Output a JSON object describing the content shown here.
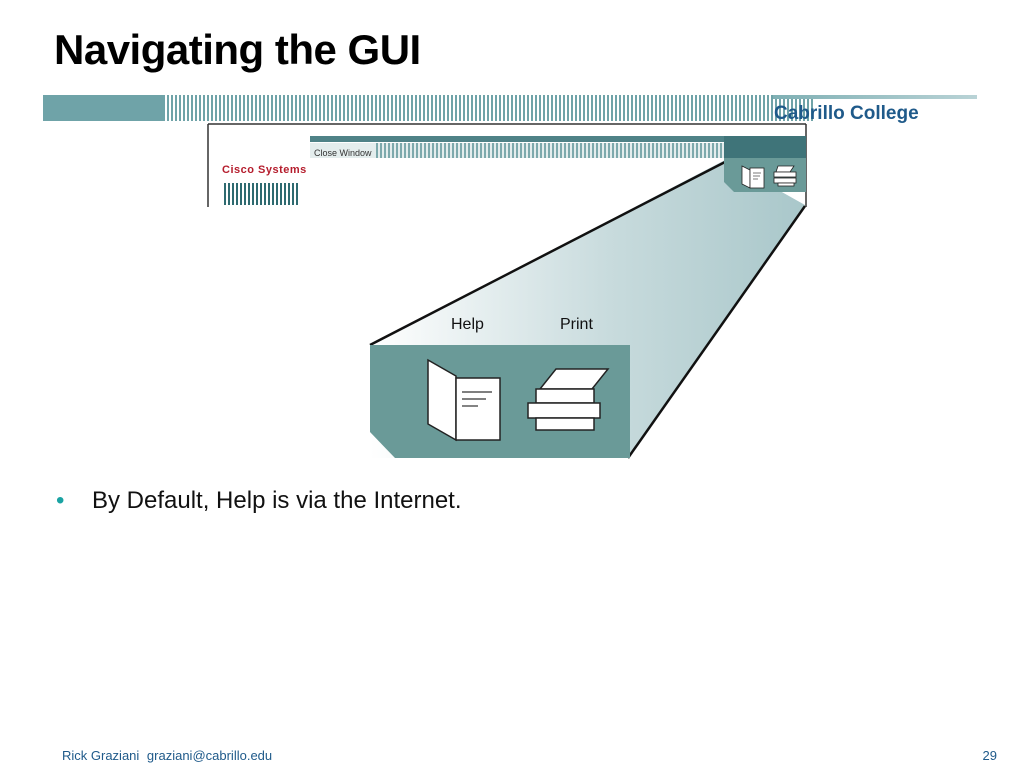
{
  "slide": {
    "title": "Navigating the GUI",
    "college": "Cabrillo College",
    "page_number": "29"
  },
  "screenshot": {
    "logo_text": "Cisco Systems",
    "close_window": "Close Window",
    "zoom": {
      "help_label": "Help",
      "print_label": "Print",
      "help_icon": "help-book-icon",
      "print_icon": "printer-icon"
    }
  },
  "bullets": [
    "By Default, Help is via the Internet."
  ],
  "footer": {
    "author": "Rick Graziani",
    "email": "graziani@cabrillo.edu"
  },
  "colors": {
    "teal_panel": "#6a9a98",
    "teal_band": "#5f9290",
    "title_blue": "#1f5a8a",
    "bullet_teal": "#1aa3a3",
    "cisco_red": "#b51d2d"
  }
}
